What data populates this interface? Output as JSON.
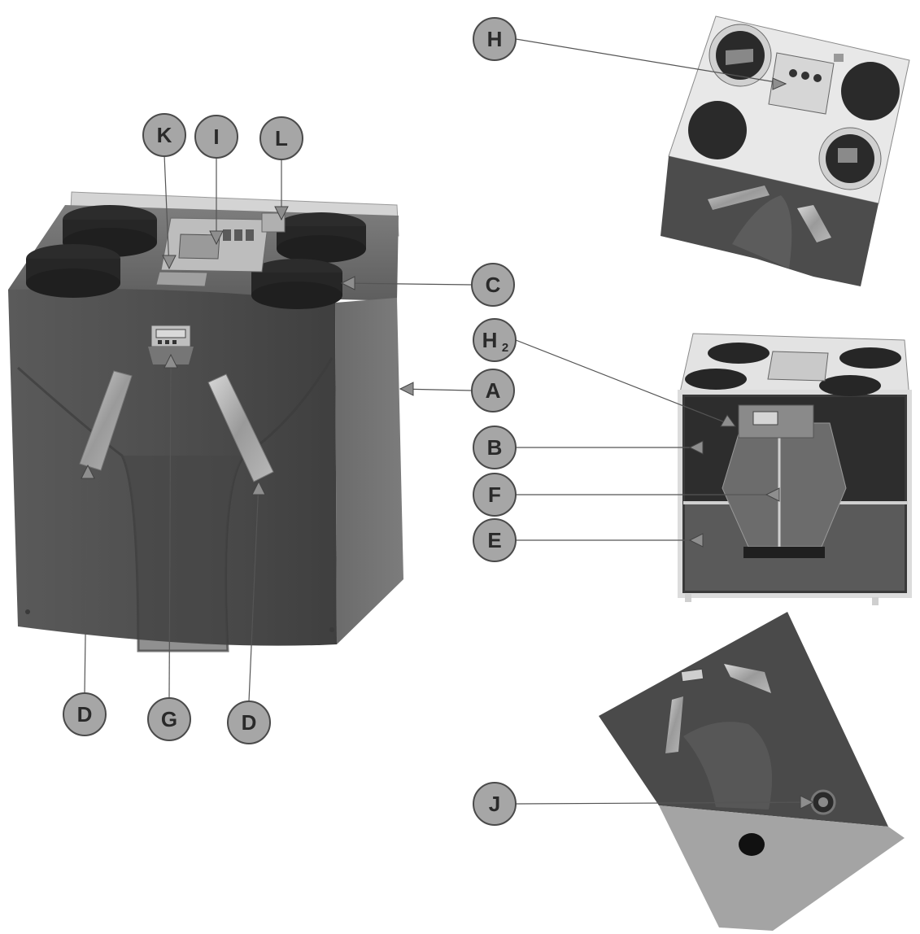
{
  "callouts": {
    "K": "K",
    "I": "I",
    "L": "L",
    "C": "C",
    "A": "A",
    "D_left": "D",
    "G": "G",
    "D_right": "D",
    "H": "H",
    "H2": "H",
    "H2_sub": "2",
    "B": "B",
    "F": "F",
    "E": "E",
    "J": "J"
  },
  "colors": {
    "body_dark": "#545454",
    "body_mid": "#6a6a6a",
    "body_light": "#9a9a9a",
    "top_panel": "#c9c9c9",
    "spigot": "#2b2b2b",
    "bubble_fill": "#a6a6a6",
    "bubble_stroke": "#4a4a4a",
    "bottom_light": "#a8a8a8",
    "frame": "#dcdcdc"
  }
}
